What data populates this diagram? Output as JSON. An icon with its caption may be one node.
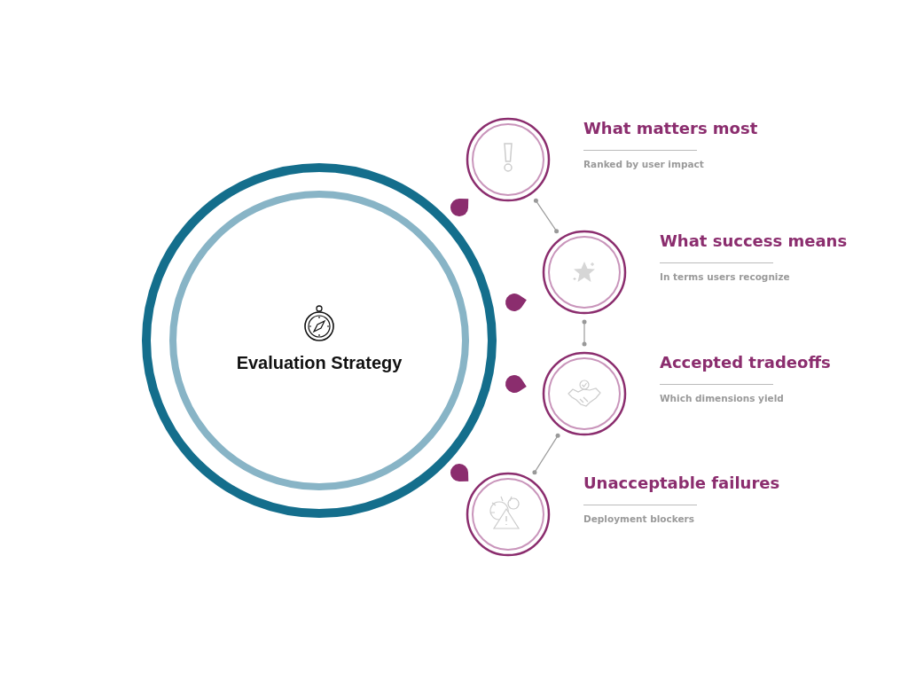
{
  "diagram": {
    "nodes": [
      {
        "text": [
          "Evaluation Strategy"
        ]
      },
      {
        "text": [
          "What matters most",
          "Ranked by user impact"
        ]
      },
      {
        "text": [
          "What success means",
          "In terms users recognize"
        ]
      },
      {
        "text": [
          "Accepted tradeoffs",
          "Which dimensions yield"
        ]
      },
      {
        "text": [
          "Unacceptable failures",
          "Deployment blockers"
        ]
      }
    ],
    "edges": [
      {
        "from": 1,
        "to": 2,
        "arrow": "other"
      },
      {
        "from": 2,
        "to": 3,
        "arrow": "other"
      },
      {
        "from": 3,
        "to": 4,
        "arrow": "other"
      }
    ]
  }
}
